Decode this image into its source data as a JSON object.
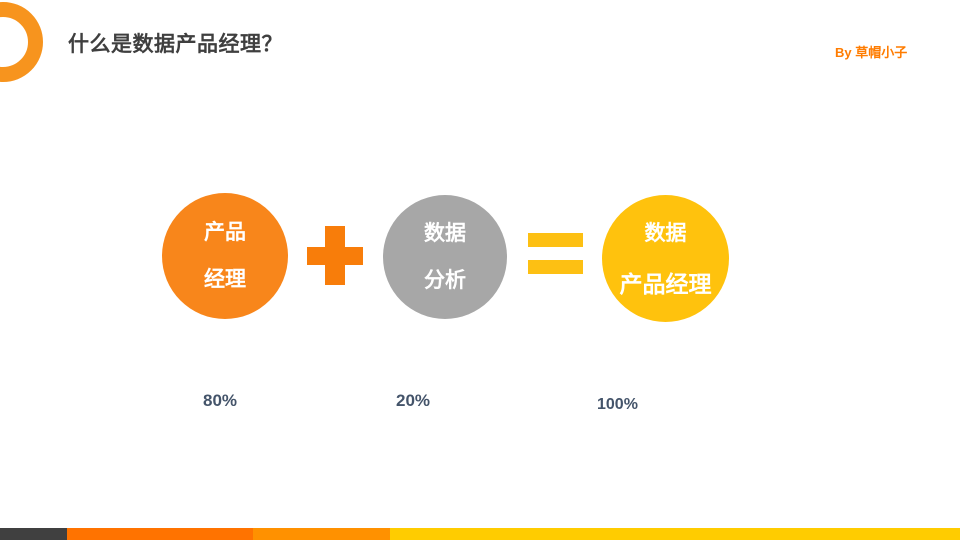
{
  "slide": {
    "title": "什么是数据产品经理？",
    "byline": "By 草帽小子",
    "title_color": "#3F3F3F",
    "byline_color": "#FF7C00",
    "background_color": "#FFFFFF"
  },
  "logo": {
    "ring_color": "#F7941E"
  },
  "equation": {
    "text_color": "#FFFFFF",
    "percent_color": "#44546A",
    "term1": {
      "line1": "产品",
      "line2": "经理",
      "percent": "80%",
      "color": "#F8861B"
    },
    "operator_plus": {
      "symbol": "+",
      "color": "#F87D0A"
    },
    "term2": {
      "line1": "数据",
      "line2": "分析",
      "percent": "20%",
      "color": "#A7A7A7"
    },
    "operator_equals": {
      "symbol": "=",
      "color": "#FDC013"
    },
    "term3": {
      "line1": "数据",
      "line2": "产品经理",
      "percent": "100%",
      "color": "#FFC20D"
    }
  },
  "footer_bar": {
    "segments": [
      {
        "name": "dark-gray",
        "color": "#404040"
      },
      {
        "name": "orange",
        "color": "#FF7300"
      },
      {
        "name": "light-orange",
        "color": "#FF9100"
      },
      {
        "name": "yellow",
        "color": "#FFCC00"
      }
    ]
  }
}
